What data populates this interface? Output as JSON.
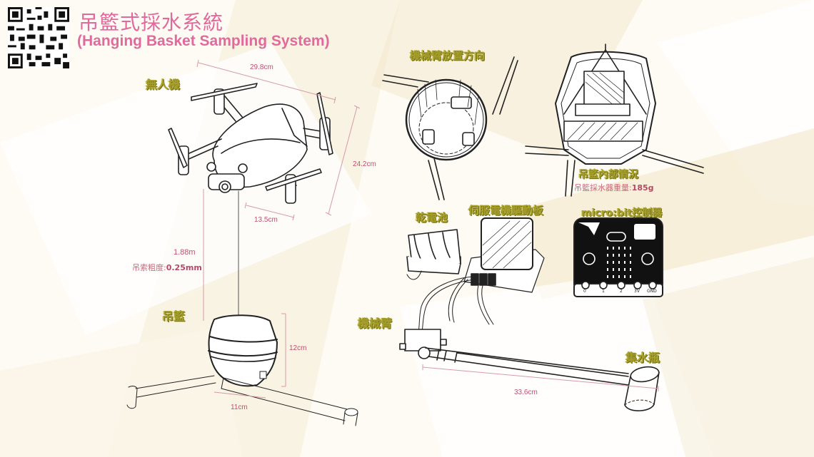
{
  "title": {
    "zh": "吊籃式採水系統",
    "en": "(Hanging Basket Sampling System)"
  },
  "colors": {
    "title": "#e06a9b",
    "label": "#a8a02c",
    "dimension": "#c0506e",
    "background": "#fdfbf4"
  },
  "qr_code": {
    "icon": "qr-code-icon"
  },
  "labels": {
    "drone": "無人機",
    "basket": "吊籃",
    "arm_direction": "機械臂放置方向",
    "basket_interior": "吊籃內部情況",
    "battery": "乾電池",
    "servo_board": "伺服電機驅動板",
    "microbit": "micro:bit控制器",
    "robot_arm": "機械臂",
    "water_bottle": "集水瓶"
  },
  "dimensions": {
    "drone_width": "29.8cm",
    "drone_depth": "24.2cm",
    "drone_body": "13.5cm",
    "cable_length": "1.88m",
    "cable_thickness_label": "吊索粗度:",
    "cable_thickness_value": "0.25mm",
    "basket_height": "12cm",
    "basket_width": "11cm",
    "arm_length": "33.6cm"
  },
  "notes": {
    "sampler_weight_label": "吊籃採水器重量:",
    "sampler_weight_value": "185g"
  },
  "microbit_pins": [
    "0",
    "1",
    "2",
    "3V",
    "GND"
  ]
}
